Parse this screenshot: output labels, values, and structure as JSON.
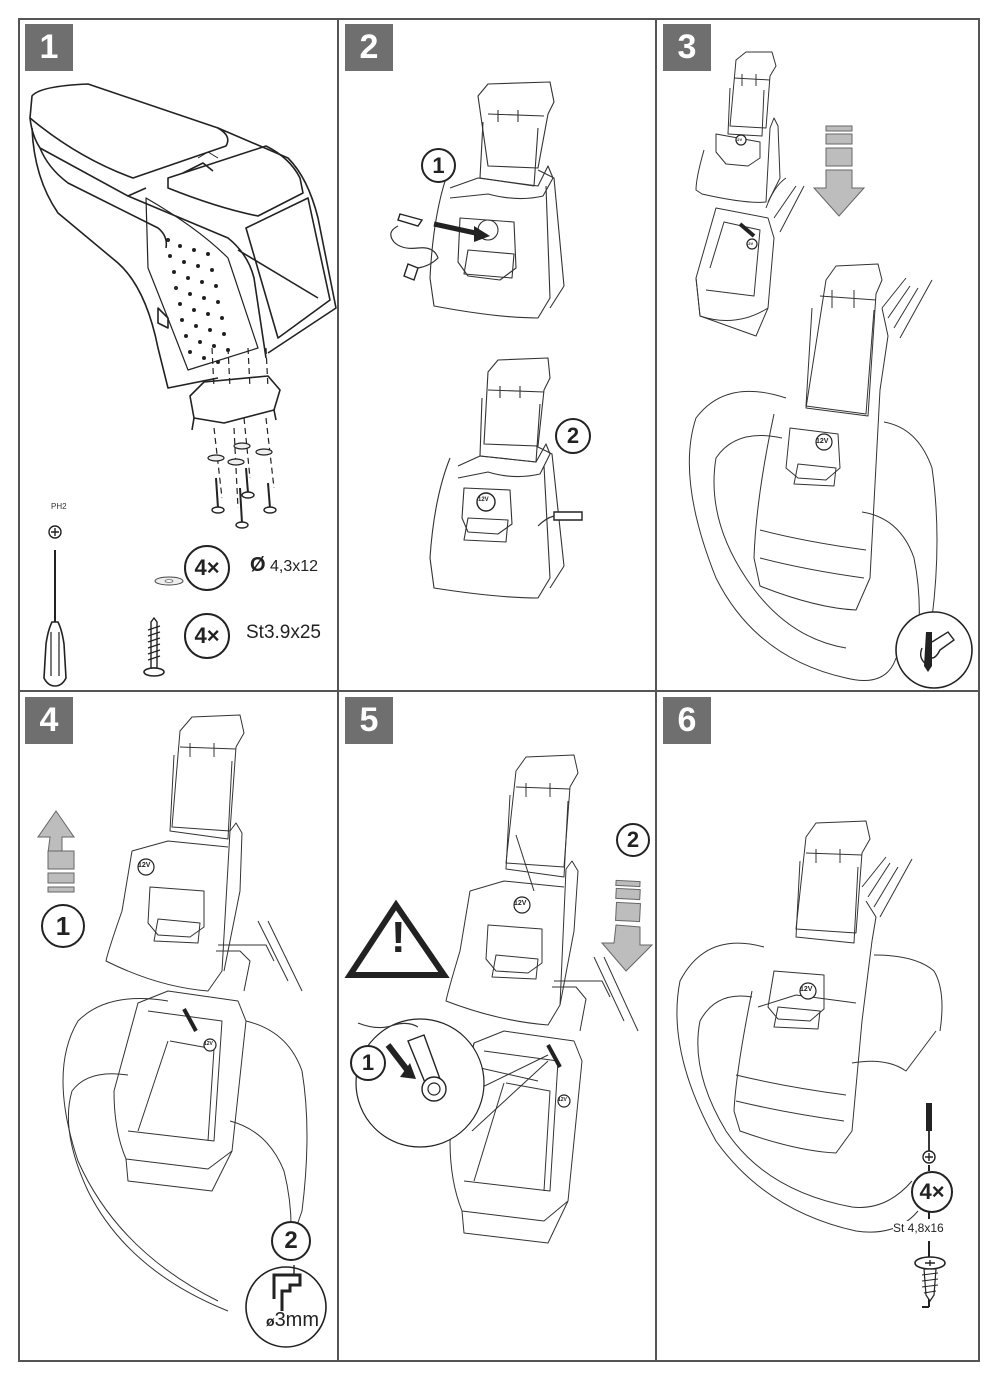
{
  "document": {
    "title": "Armrest installation instructions",
    "colors": {
      "badge_bg": "#6f6f6f",
      "badge_text": "#ffffff",
      "line": "#222222",
      "arrow_fill": "#bdbdbd",
      "frame": "#555555"
    }
  },
  "steps": [
    {
      "number": "1",
      "tool": {
        "label": "PH2",
        "icon": "phillips-screwdriver-icon"
      },
      "parts": [
        {
          "icon": "washer-icon",
          "quantity": "4×",
          "spec_symbol": "Ø",
          "spec": "4,3x12"
        },
        {
          "icon": "wood-screw-icon",
          "quantity": "4×",
          "spec": "St3.9x25"
        }
      ]
    },
    {
      "number": "2",
      "callouts": [
        "1",
        "2"
      ],
      "socket_label": "12V"
    },
    {
      "number": "3",
      "socket_labels": [
        "12V",
        "12V",
        "12V"
      ],
      "arrow": "down-arrow",
      "note_icon": "marking-pen-icon"
    },
    {
      "number": "4",
      "callouts": [
        "1",
        "2"
      ],
      "socket_labels": [
        "12V",
        "12V"
      ],
      "arrow": "up-arrow",
      "drill": {
        "symbol": "ø",
        "size": "3mm"
      }
    },
    {
      "number": "5",
      "callouts": [
        "1",
        "2"
      ],
      "socket_labels": [
        "12V",
        "12V"
      ],
      "warning": "!",
      "arrow": "down-arrow"
    },
    {
      "number": "6",
      "socket_label": "12V",
      "fastener": {
        "quantity": "4×",
        "spec": "St 4,8x16",
        "icon": "pan-head-screw-icon"
      }
    }
  ]
}
